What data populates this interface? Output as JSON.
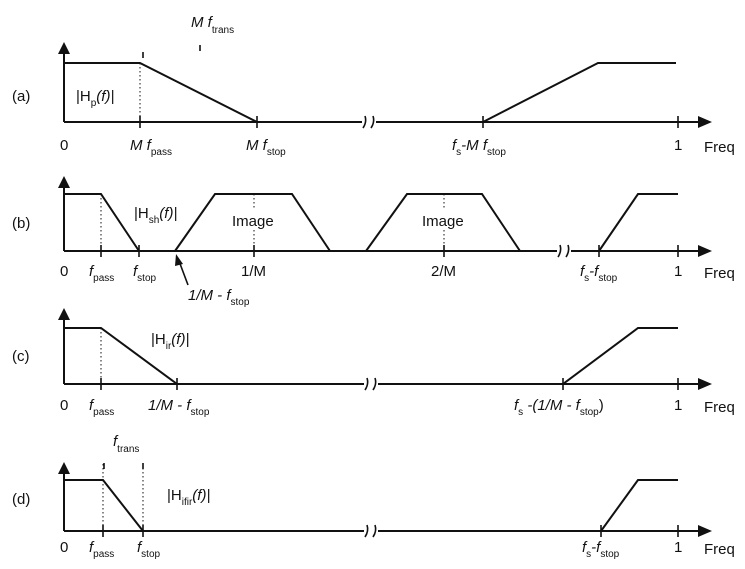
{
  "panels": {
    "a": {
      "label": "(a)",
      "magnitude": "|H",
      "magnitude_sub": "p",
      "magnitude_arg": "(f)|",
      "trans_label": "M f",
      "trans_sub": "trans",
      "origin": "0",
      "ticks": [
        {
          "main": "M f",
          "sub": "pass"
        },
        {
          "main": "M f",
          "sub": "stop"
        },
        {
          "main": "f",
          "sub": "s",
          "main2": "-M f",
          "sub2": "stop"
        },
        {
          "main": "1"
        }
      ],
      "axis_label": "Freq"
    },
    "b": {
      "label": "(b)",
      "magnitude": "|H",
      "magnitude_sub": "sh",
      "magnitude_arg": "(f)|",
      "image_labels": [
        "Image",
        "Image"
      ],
      "origin": "0",
      "ticks": [
        {
          "main": "f",
          "sub": "pass"
        },
        {
          "main": "f",
          "sub": "stop"
        },
        {
          "main": "1/M"
        },
        {
          "main": "2/M"
        },
        {
          "main": "f",
          "sub": "s",
          "main2": "-f",
          "sub2": "stop"
        },
        {
          "main": "1"
        }
      ],
      "annotation": {
        "main": "1/M - f",
        "sub": "stop"
      },
      "axis_label": "Freq"
    },
    "c": {
      "label": "(c)",
      "magnitude": "|H",
      "magnitude_sub": "ir",
      "magnitude_arg": "(f)|",
      "origin": "0",
      "ticks": [
        {
          "main": "f",
          "sub": "pass"
        },
        {
          "main": "1/M - f",
          "sub": "stop"
        },
        {
          "main": "f",
          "sub": "s",
          "main2": " -(1/M - f",
          "sub2": "stop",
          "tail": ")"
        },
        {
          "main": "1"
        }
      ],
      "axis_label": "Freq"
    },
    "d": {
      "label": "(d)",
      "magnitude": "|H",
      "magnitude_sub": "ifir",
      "magnitude_arg": "(f)|",
      "trans_label": "f",
      "trans_sub": "trans",
      "origin": "0",
      "ticks": [
        {
          "main": "f",
          "sub": "pass"
        },
        {
          "main": "f",
          "sub": "stop"
        },
        {
          "main": "f",
          "sub": "s",
          "main2": "-f",
          "sub2": "stop"
        },
        {
          "main": "1"
        }
      ],
      "axis_label": "Freq"
    }
  }
}
